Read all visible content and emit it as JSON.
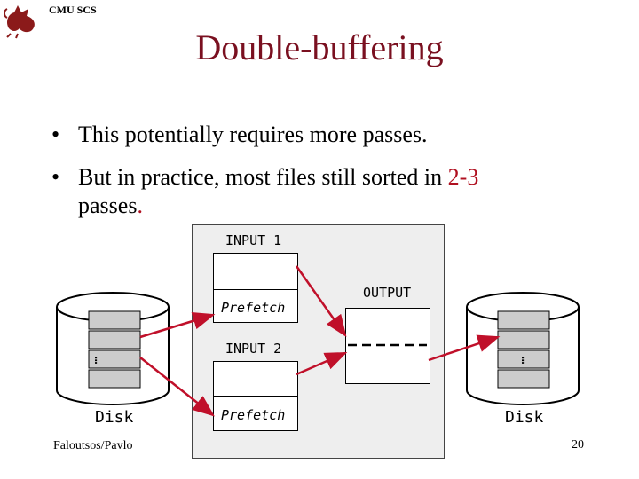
{
  "header": {
    "label": "CMU SCS"
  },
  "slide": {
    "title": "Double-buffering",
    "bullets": [
      {
        "text": "This potentially requires more passes."
      },
      {
        "text_before": "But in practice, most files still sorted in ",
        "highlight": "2-3",
        "line2_text": "passes",
        "line2_punct": "."
      }
    ],
    "accent_color": "#b01020",
    "title_color": "#7a1020"
  },
  "diagram": {
    "input1_label": "INPUT 1",
    "input2_label": "INPUT 2",
    "output_label": "OUTPUT",
    "prefetch_label_1": "Prefetch",
    "prefetch_label_2": "Prefetch",
    "disk_left_label": "Disk",
    "disk_right_label": "Disk",
    "ellipsis": "…",
    "arrow_color": "#c0102a"
  },
  "footer": {
    "author": "Faloutsos/Pavlo",
    "page": "20"
  }
}
